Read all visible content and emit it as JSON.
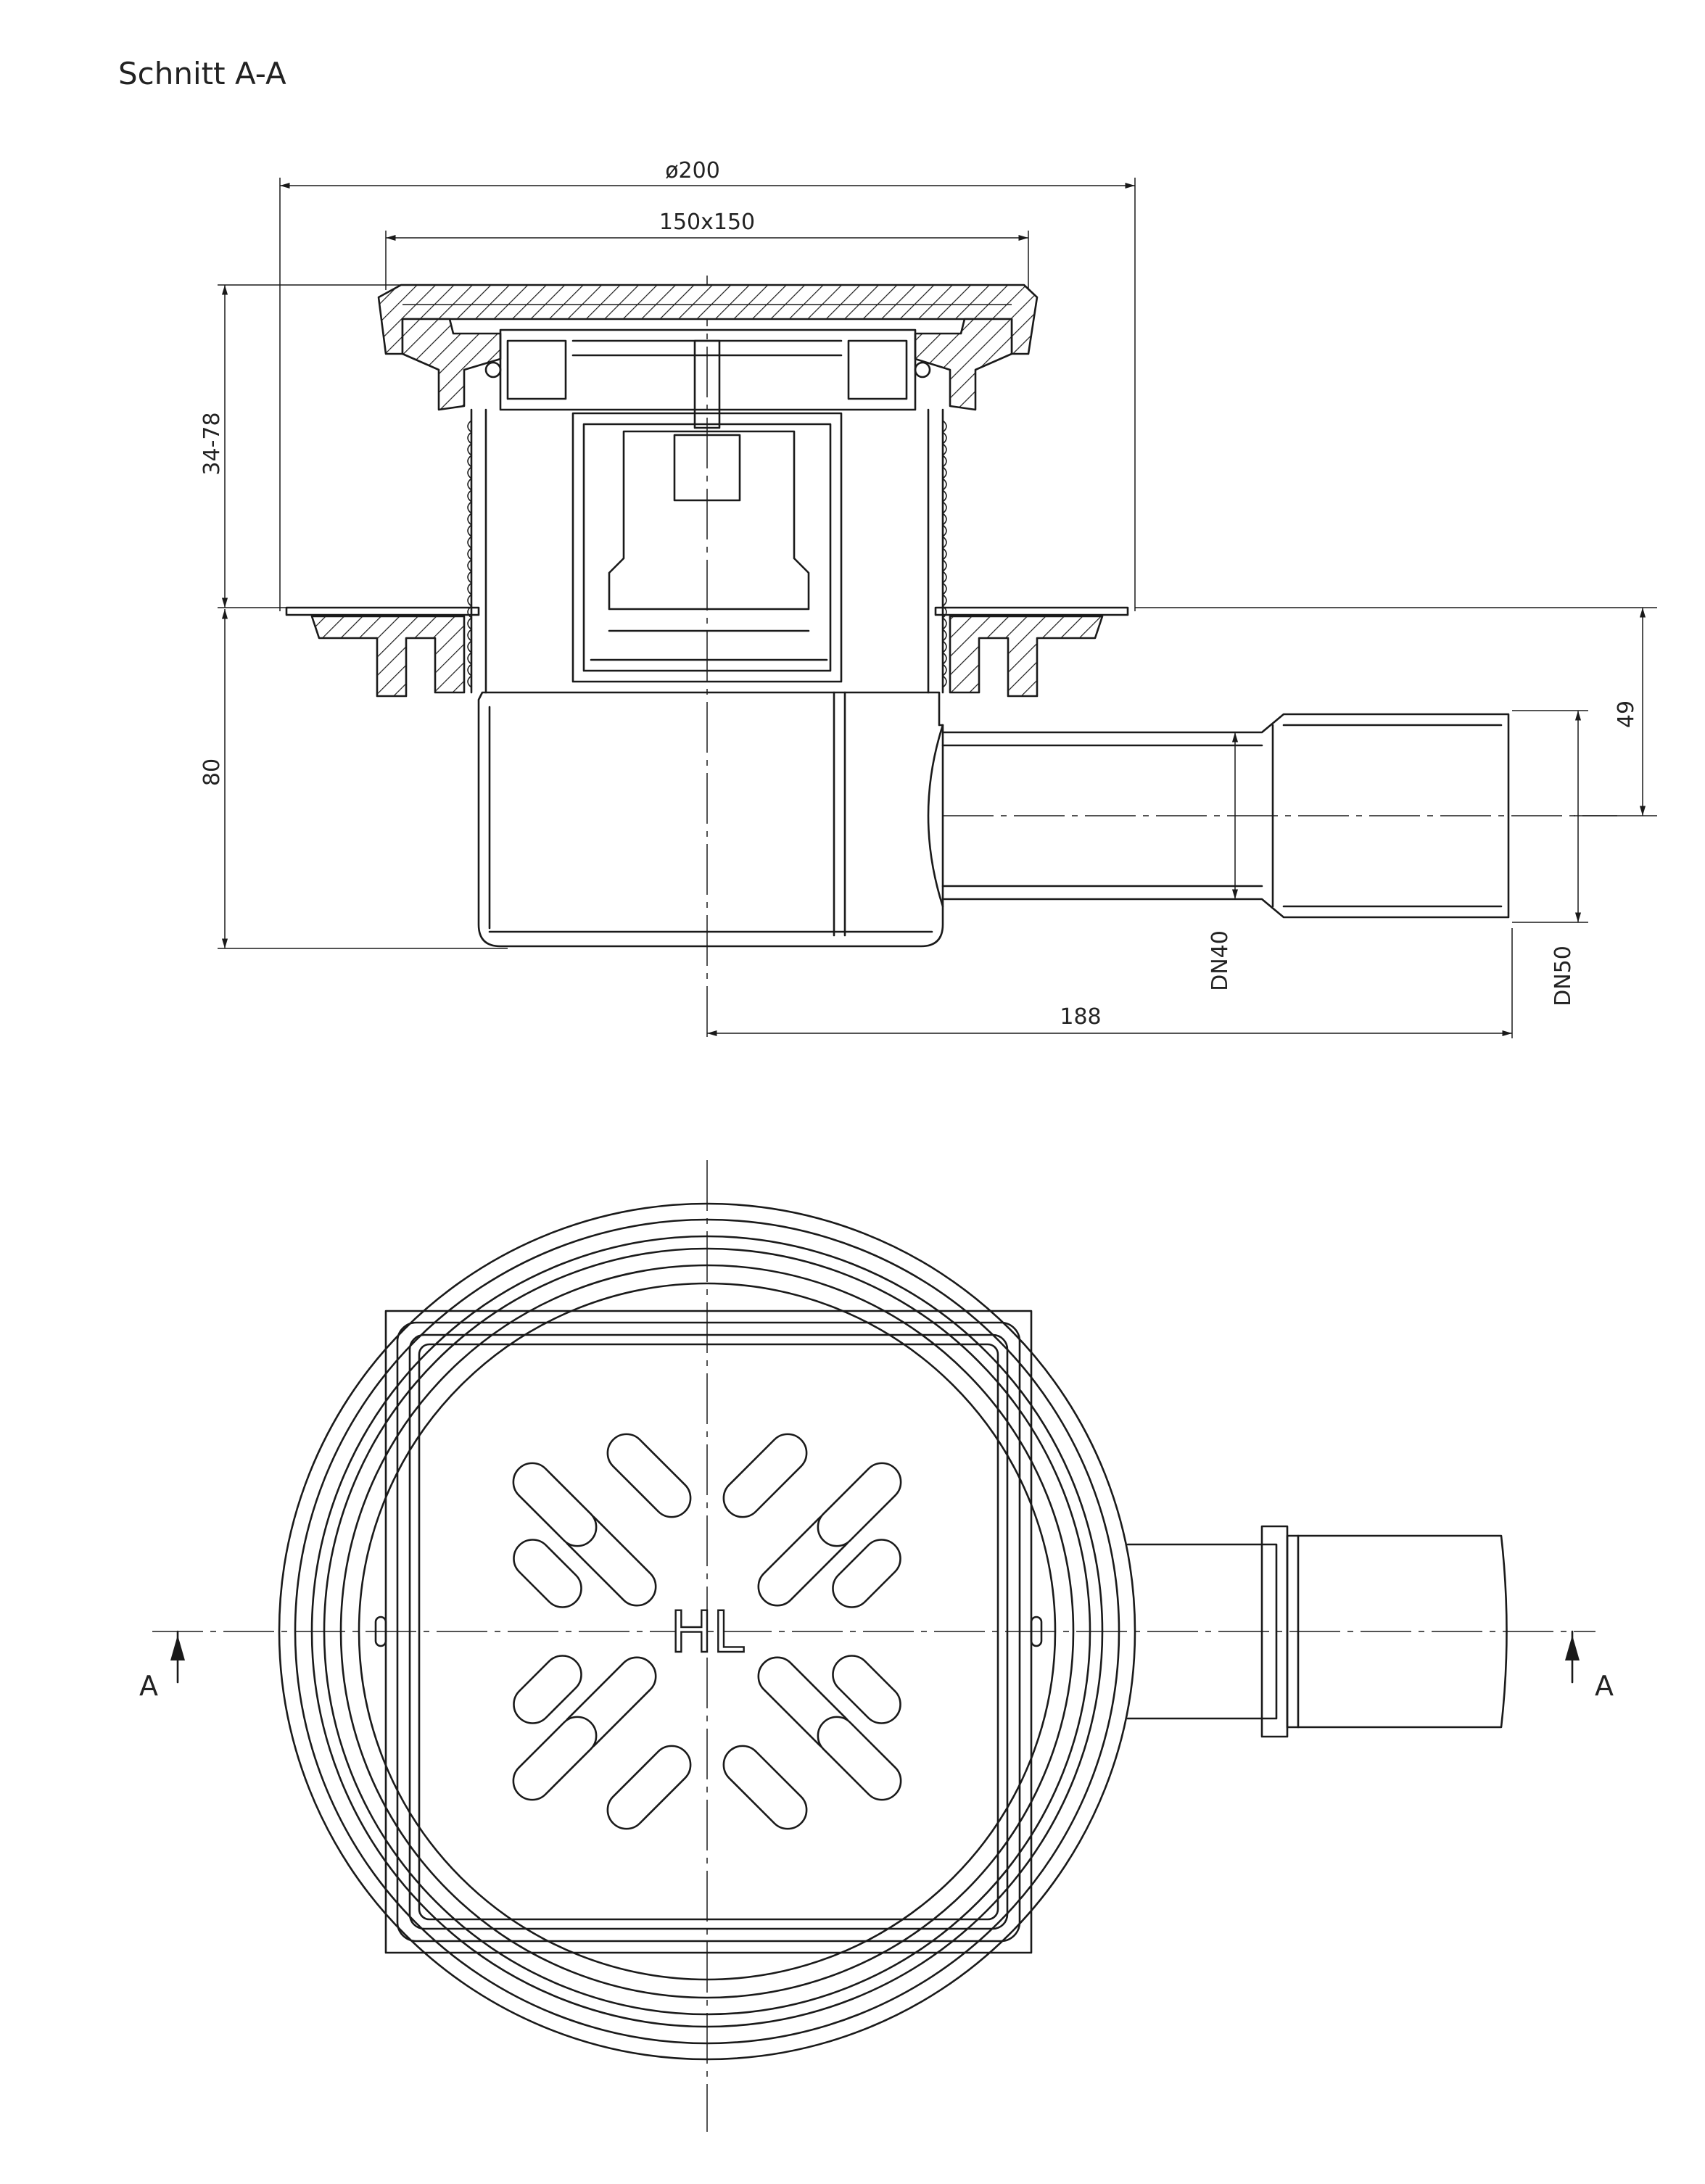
{
  "title": "Schnitt A-A",
  "dimensions": {
    "diameter": "ø200",
    "grate_size": "150x150",
    "height_range": "34-78",
    "body_height": "80",
    "outlet_height": "49",
    "outlet_length": "188",
    "outlet_inner": "DN40",
    "outlet_outer": "DN50"
  },
  "grate_marking": "HL",
  "section_marker_left": "A",
  "section_marker_right": "A",
  "colors": {
    "line": "#1a1a1a",
    "background": "#ffffff"
  }
}
